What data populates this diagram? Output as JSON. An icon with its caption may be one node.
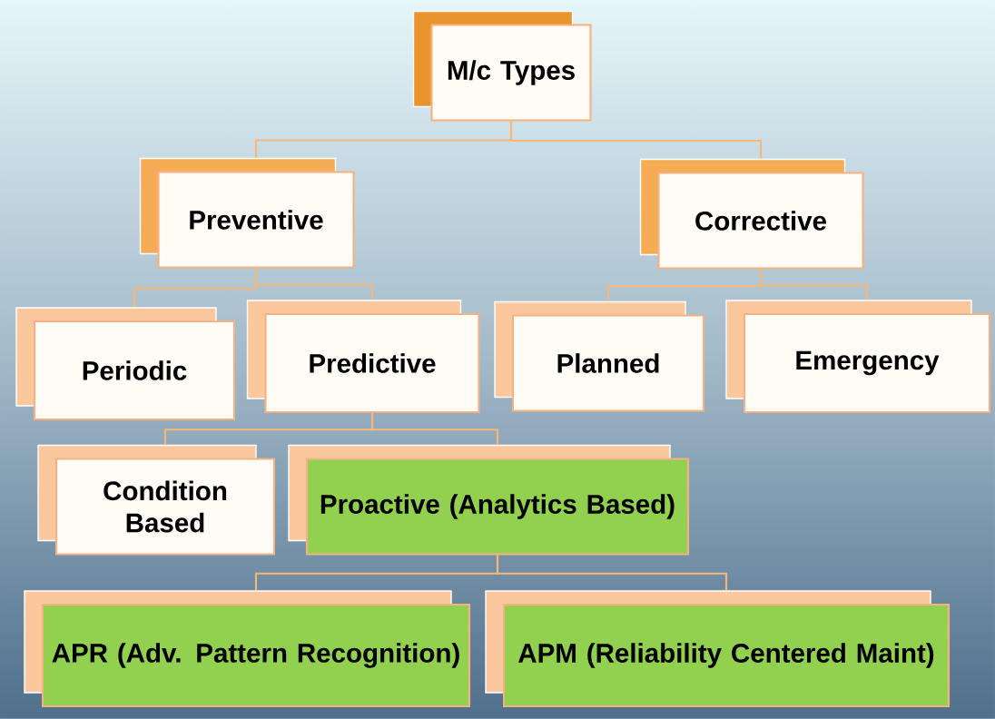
{
  "diagram": {
    "nodes": [
      {
        "text": [
          "M/c Types"
        ]
      },
      {
        "text": [
          "Preventive"
        ]
      },
      {
        "text": [
          "Corrective"
        ]
      },
      {
        "text": [
          "Periodic"
        ]
      },
      {
        "text": [
          "Predictive"
        ]
      },
      {
        "text": [
          "Planned"
        ]
      },
      {
        "text": [
          "Emergency"
        ]
      },
      {
        "text": [
          "Condition Based"
        ]
      },
      {
        "text": [
          "Proactive (Analytics Based)"
        ]
      },
      {
        "text": [
          "APR (Adv. Pattern Recognition)"
        ]
      },
      {
        "text": [
          "APM (Reliability Centered Maint)"
        ]
      }
    ],
    "edges": [
      {
        "from": 0,
        "to": 1,
        "arrow": "none"
      },
      {
        "from": 0,
        "to": 2,
        "arrow": "none"
      },
      {
        "from": 1,
        "to": 3,
        "arrow": "none"
      },
      {
        "from": 1,
        "to": 4,
        "arrow": "none"
      },
      {
        "from": 2,
        "to": 5,
        "arrow": "none"
      },
      {
        "from": 2,
        "to": 6,
        "arrow": "none"
      },
      {
        "from": 4,
        "to": 7,
        "arrow": "none"
      },
      {
        "from": 4,
        "to": 8,
        "arrow": "none"
      },
      {
        "from": 8,
        "to": 9,
        "arrow": "none"
      },
      {
        "from": 8,
        "to": 10,
        "arrow": "none"
      }
    ]
  }
}
